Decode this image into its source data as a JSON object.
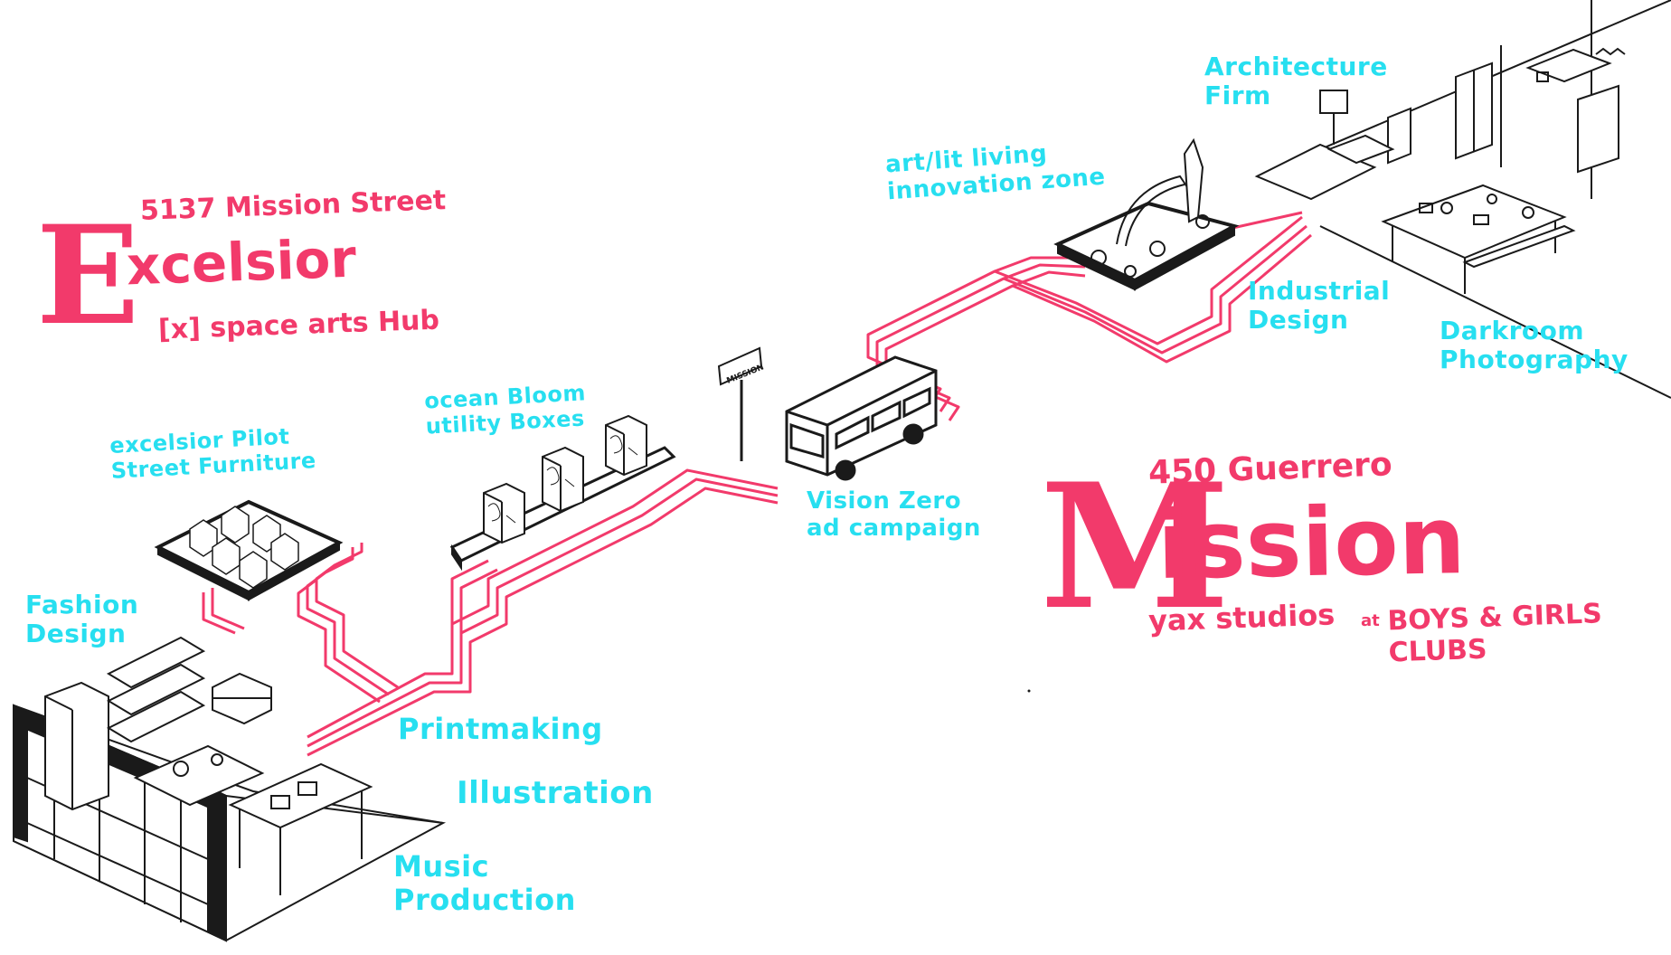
{
  "excelsior": {
    "address": "5137 Mission Street",
    "big_letter": "E",
    "title_rest": "xcelsior",
    "subtitle": "[x] space arts Hub"
  },
  "mission": {
    "address": "450 Guerrero",
    "big_letter": "M",
    "title_rest": "ission",
    "subtitle_left": "yax studios",
    "subtitle_at": "at",
    "subtitle_right": "BOYS & GIRLS CLUBS"
  },
  "labels": {
    "fashion_design": "Fashion\nDesign",
    "excelsior_pilot": "excelsior Pilot\nStreet Furniture",
    "ocean_bloom": "ocean Bloom\nutility Boxes",
    "printmaking": "Printmaking",
    "illustration": "Illustration",
    "music_production": "Music\nProduction",
    "vision_zero": "Vision Zero\nad campaign",
    "art_lit": "art/lit living\ninnovation zone",
    "architecture": "Architecture\nFirm",
    "industrial": "Industrial\nDesign",
    "darkroom": "Darkroom\nPhotography"
  },
  "sign_text": "MISSION",
  "colors": {
    "pink": "#f23a6b",
    "cyan": "#27dff0",
    "ink": "#1a1a1a"
  }
}
